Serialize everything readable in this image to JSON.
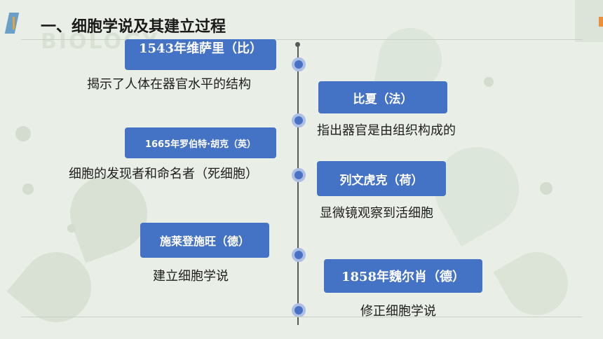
{
  "title": "一、细胞学说及其建立过程",
  "watermark": "BIOLOGY",
  "events": [
    {
      "label": "1543年维萨里（比）",
      "description": "揭示了人体在器官水平的结构"
    },
    {
      "label": "比夏（法）",
      "description": "指出器官是由组织构成的"
    },
    {
      "label": "1665年罗伯特·胡克（英）",
      "description": "细胞的发现者和命名者（死细胞）"
    },
    {
      "label": "列文虎克（荷）",
      "description": "显微镜观察到活细胞"
    },
    {
      "label": "施莱登施旺（德）",
      "description": "建立细胞学说"
    },
    {
      "label": "1858年魏尔肖（德）",
      "description": "修正细胞学说"
    }
  ],
  "colors": {
    "box": "#4472c4",
    "node": "#4a72c4",
    "background": "#e9efe6"
  }
}
